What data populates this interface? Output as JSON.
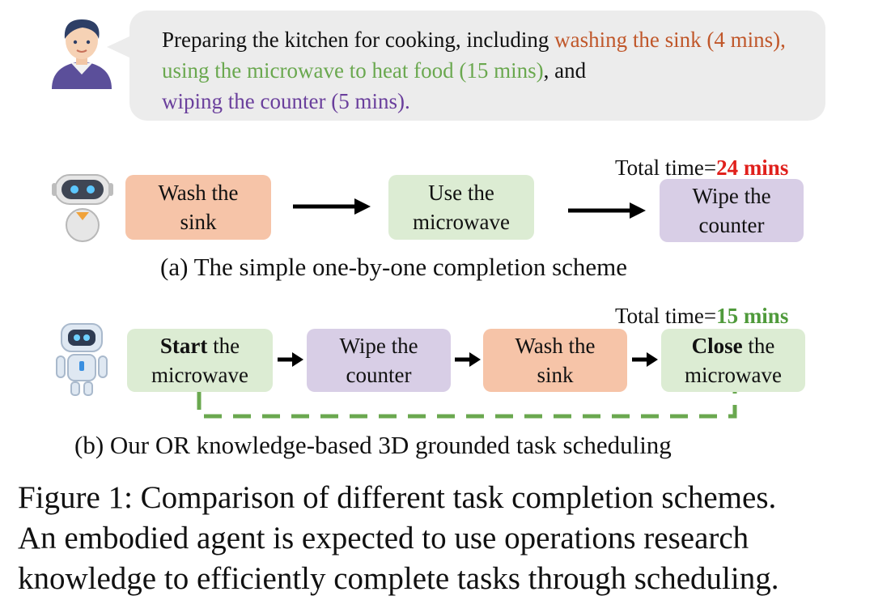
{
  "bubble": {
    "prefix": "Preparing the kitchen for cooking, including ",
    "part1": "washing the sink (4 mins),",
    "part2": " using the microwave to heat food (15 mins)",
    "connector": ", and",
    "part3": "wiping the counter (5 mins)."
  },
  "scheme_a": {
    "tasks": [
      [
        "Wash the",
        "sink"
      ],
      [
        "Use the",
        "microwave"
      ],
      [
        "Wipe the",
        "counter"
      ]
    ],
    "total_label": "Total time=",
    "total_value": "24 mins",
    "caption": "(a)  The simple one-by-one completion scheme"
  },
  "scheme_b": {
    "tasks": [
      {
        "bold": "Start",
        "rest": " the",
        "line2": "microwave"
      },
      {
        "bold": "",
        "rest": "Wipe the",
        "line2": "counter"
      },
      {
        "bold": "",
        "rest": "Wash the",
        "line2": "sink"
      },
      {
        "bold": "Close",
        "rest": " the",
        "line2": "microwave"
      }
    ],
    "total_label": "Total time=",
    "total_value": "15 mins",
    "caption": "(b) Our OR knowledge-based 3D grounded task scheduling"
  },
  "figure_caption": {
    "line1": "Figure 1: Comparison of different task completion schemes.",
    "line2": "An embodied agent is expected to use operations research",
    "line3": "knowledge to efficiently complete tasks through scheduling."
  },
  "colors": {
    "orange_box": "#f6c4a8",
    "green_box": "#dcecd3",
    "purple_box": "#d8cee6",
    "total_a": "#e0201c",
    "total_b": "#4f9a3b",
    "dashed_line": "#6aa84f"
  },
  "icons": [
    "user-avatar-icon",
    "robot-a-icon",
    "robot-b-icon",
    "arrow-icon"
  ]
}
